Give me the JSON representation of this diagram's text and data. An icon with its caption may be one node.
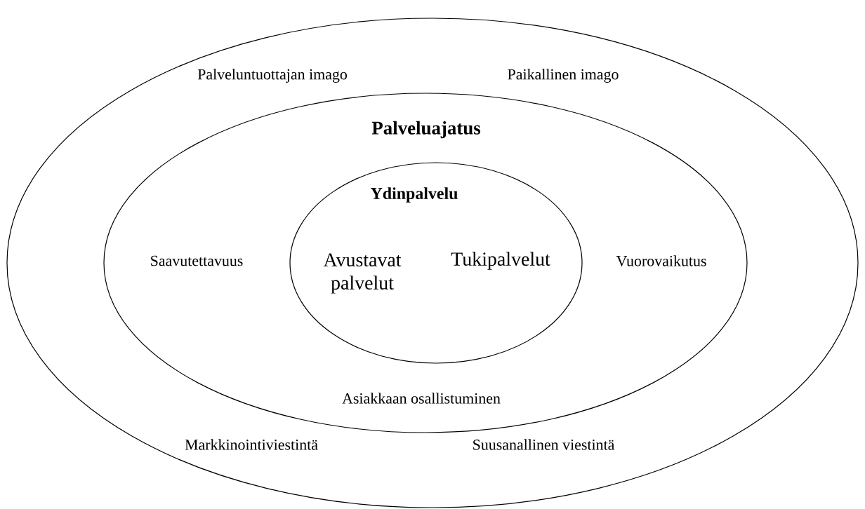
{
  "diagram": {
    "nodes": [
      {
        "text": [
          "Palveluntuottajan imago",
          "Paikallinen imago",
          "Markkinointiviestintä",
          "Suusanallinen viestintä"
        ]
      },
      {
        "text": [
          "Palveluajatus",
          "Saavutettavuus",
          "Vuorovaikutus",
          "Asiakkaan osallistuminen"
        ],
        "in": 0
      },
      {
        "text": [
          "Ydinpalvelu",
          "Avustavat palvelut",
          "Tukipalvelut"
        ],
        "in": 1
      }
    ]
  }
}
